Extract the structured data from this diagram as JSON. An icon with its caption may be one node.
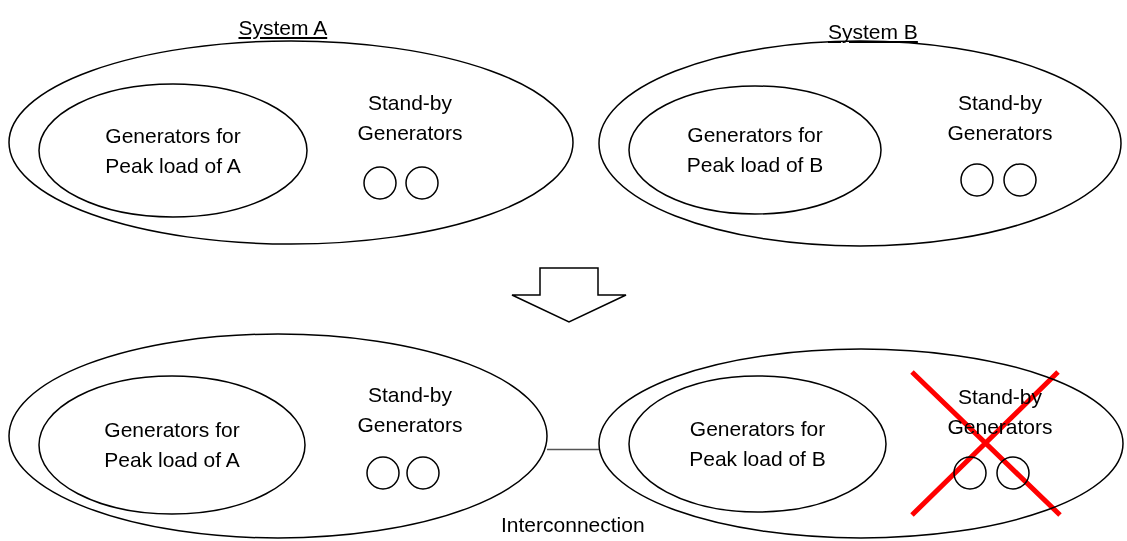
{
  "diagram": {
    "nodes": [
      {
        "text": [
          "System A",
          "Stand-by Generators"
        ]
      },
      {
        "text": [
          "Generators for Peak load of A"
        ],
        "in": 0
      },
      {
        "text": [],
        "shape": "circle",
        "in": 0
      },
      {
        "text": [],
        "shape": "circle",
        "in": 0
      },
      {
        "text": [
          "System B",
          "Stand-by Generators"
        ]
      },
      {
        "text": [
          "Generators for Peak load of B"
        ],
        "in": 4
      },
      {
        "text": [],
        "shape": "circle",
        "in": 4
      },
      {
        "text": [],
        "shape": "circle",
        "in": 4
      },
      {
        "text": [
          "Stand-by Generators"
        ]
      },
      {
        "text": [
          "Generators for Peak load of A"
        ],
        "in": 8
      },
      {
        "text": [],
        "shape": "circle",
        "in": 8
      },
      {
        "text": [],
        "shape": "circle",
        "in": 8
      },
      {
        "text": [
          "Stand-by Generators"
        ]
      },
      {
        "text": [
          "Generators for Peak load of B"
        ],
        "in": 12
      },
      {
        "text": [],
        "shape": "circle",
        "in": 12
      },
      {
        "text": [],
        "shape": "circle",
        "in": 12
      }
    ],
    "edges": [
      {
        "from": 8,
        "to": 12,
        "arrow": "none",
        "label": "Interconnection"
      }
    ]
  }
}
